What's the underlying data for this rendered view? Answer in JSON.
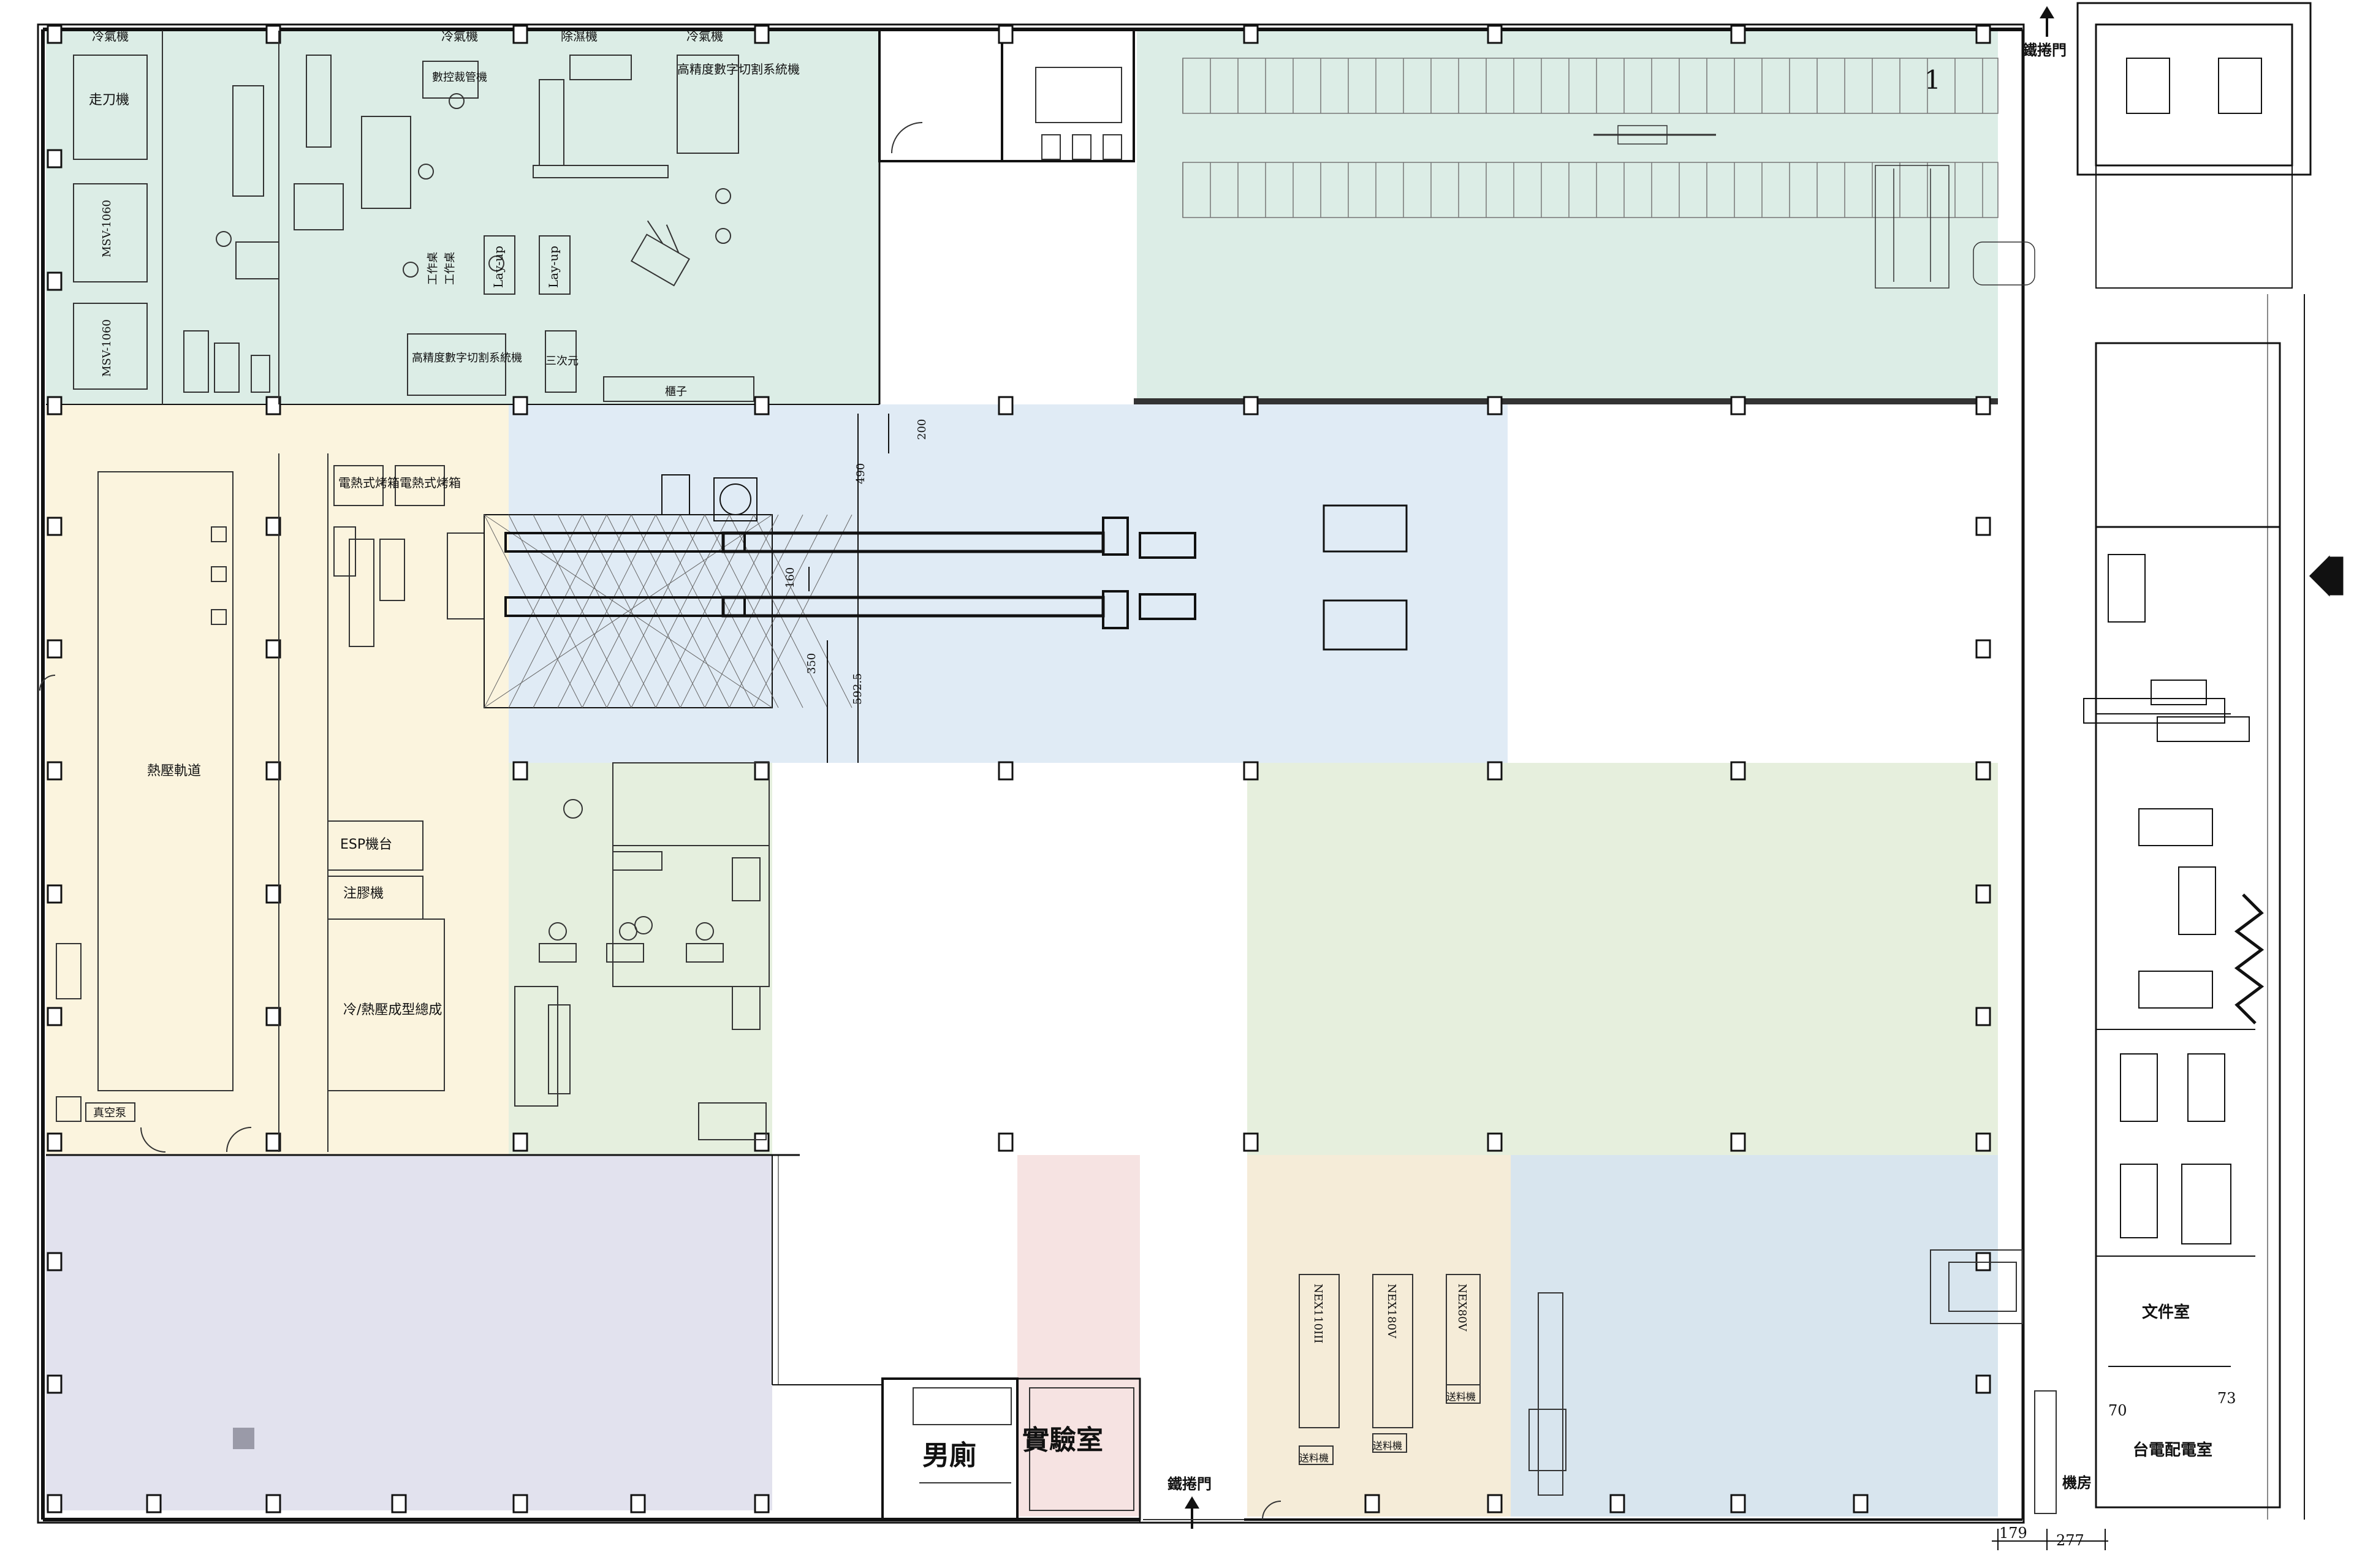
{
  "zones": {
    "cutting": "#dcede6",
    "warehouse_top": "#dcede6",
    "thermal": "#fbf4de",
    "assembly": "#e0ebf5",
    "sewing": "#e5efde",
    "green_big": "#e6efdd",
    "purple": "#e2e2ee",
    "lab": "#f6e3e2",
    "injection_a": "#f5ecd8",
    "injection_b": "#d8e5ee"
  },
  "labels": {
    "top_chillers": [
      "冷氣機",
      "冷氣機",
      "除濕機",
      "冷氣機"
    ],
    "walking_knife": "走刀機",
    "msv_top": "MSV-1060",
    "msv_bottom": "MSV-1060",
    "cnc_center": "數控裁管機",
    "high_precision_top": "高精度數字切割系統機",
    "high_precision_bottom": "高精度數字切割系統機",
    "lay_up_1": "Lay-up",
    "lay_up_2": "Lay-up",
    "workbench_1": "工作桌",
    "workbench_2": "工作桌",
    "three_d": "三次元",
    "rack": "櫃子",
    "roller_door_top": "鐵捲門",
    "bay_number": "1",
    "hot_press_track": "熱壓軌道",
    "oven_1": "電熱式烤箱",
    "oven_2": "電熱式烤箱",
    "esp_station": "ESP機台",
    "injection_machine": "注膠機",
    "cold_hot_press": "冷/熱壓成型總成",
    "vacuum_pump": "真空泵",
    "dim_200": "200",
    "dim_490": "490",
    "dim_160": "160",
    "dim_350": "350",
    "dim_592": "592.5",
    "mens_room": "男廁",
    "lab": "實驗室",
    "roller_door_bottom": "鐵捲門",
    "nex_1": "NEX110III",
    "nex_2": "NEX180V",
    "nex_3": "NEX80V",
    "feeder_1": "送料機",
    "feeder_2": "送料機",
    "feeder_3": "送料機",
    "file_room": "文件室",
    "power_room": "台電配電室",
    "machine_room": "機房",
    "dim_70": "70",
    "dim_73": "73",
    "dim_179": "179",
    "dim_277": "277"
  }
}
